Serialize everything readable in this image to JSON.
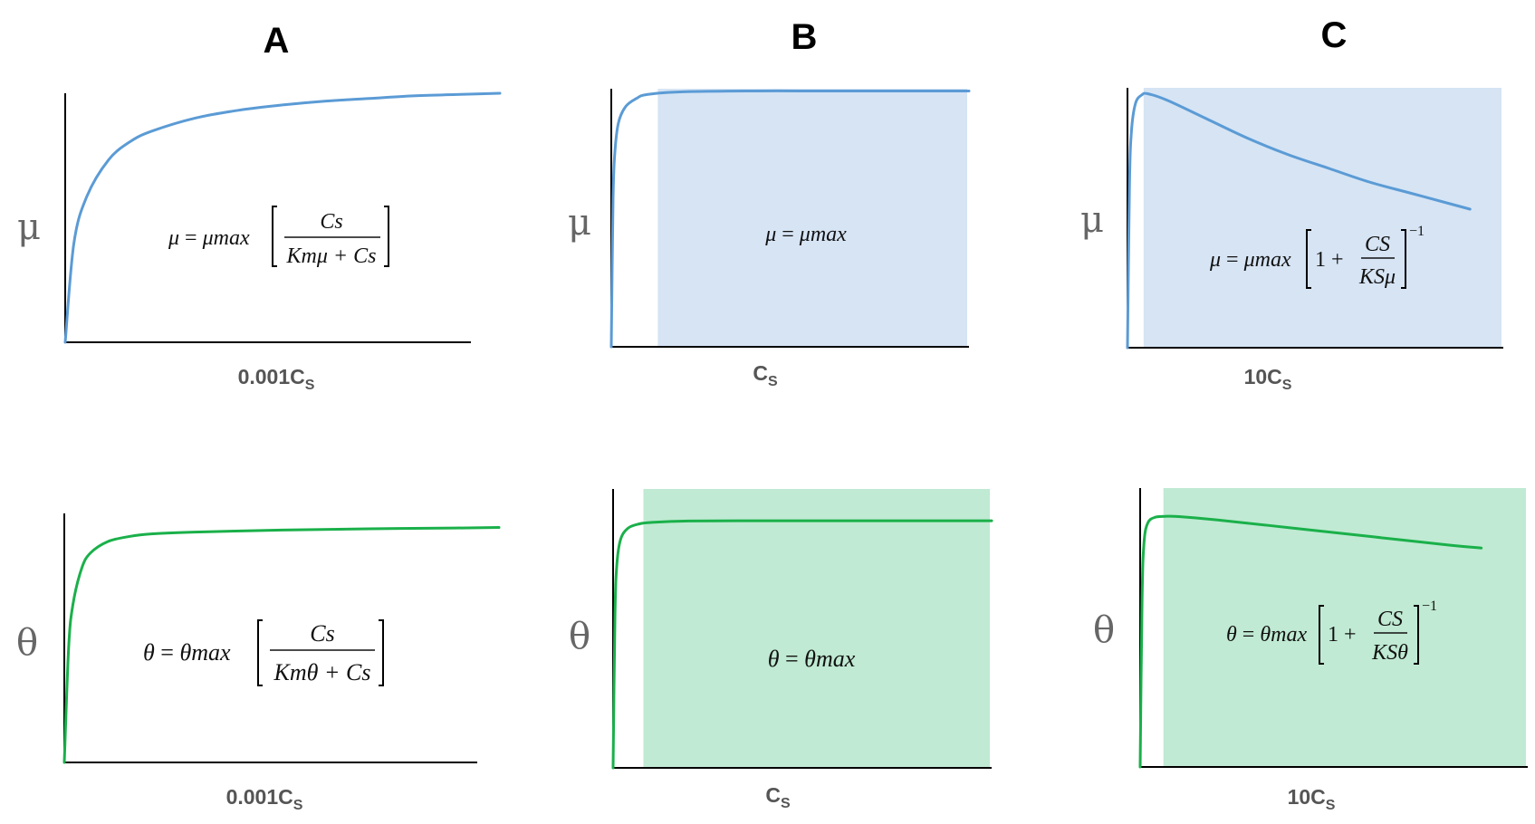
{
  "columns": [
    "A",
    "B",
    "C"
  ],
  "colors": {
    "mu": "#5b9bd5",
    "theta": "#1ab04a",
    "mu_shade": "#d6e4f4",
    "theta_shade": "#c0ead3"
  },
  "chart_data": [
    {
      "id": "A-mu",
      "type": "line",
      "row": "mu",
      "column": "A",
      "ylabel": "μ",
      "xlabel": {
        "main": "0.001C",
        "sub": "S"
      },
      "shaded": false,
      "equation": {
        "lhs": "μ",
        "rhs": "μmax",
        "num": "Cs",
        "den": "Kmμ + Cs"
      },
      "x": [
        0,
        0.02,
        0.05,
        0.1,
        0.15,
        0.2,
        0.3,
        0.4,
        0.5,
        0.6,
        0.7,
        0.8,
        0.9,
        1.0
      ],
      "y": [
        0,
        0.38,
        0.56,
        0.7,
        0.77,
        0.81,
        0.86,
        0.89,
        0.91,
        0.925,
        0.935,
        0.945,
        0.95,
        0.955
      ]
    },
    {
      "id": "B-mu",
      "type": "line",
      "row": "mu",
      "column": "B",
      "ylabel": "μ",
      "xlabel": {
        "main": "C",
        "sub": "S"
      },
      "shaded": true,
      "shade_from": 0.13,
      "equation": {
        "lhs": "μ",
        "rhs": "μmax"
      },
      "x": [
        0,
        0.005,
        0.01,
        0.02,
        0.04,
        0.07,
        0.1,
        0.2,
        0.4,
        0.6,
        0.8,
        1.0
      ],
      "y": [
        0,
        0.55,
        0.72,
        0.83,
        0.89,
        0.92,
        0.935,
        0.945,
        0.948,
        0.948,
        0.948,
        0.948
      ]
    },
    {
      "id": "C-mu",
      "type": "line",
      "row": "mu",
      "column": "C",
      "ylabel": "μ",
      "xlabel": {
        "main": "10C",
        "sub": "S"
      },
      "shaded": true,
      "shade_from": 0.04,
      "equation": {
        "lhs": "μ",
        "rhs": "μmax",
        "one": "1",
        "num": "CS",
        "den": "KSμ",
        "exp": "−1"
      },
      "x": [
        0,
        0.005,
        0.01,
        0.02,
        0.035,
        0.05,
        0.1,
        0.2,
        0.3,
        0.4,
        0.5,
        0.6,
        0.7,
        0.8,
        0.85
      ],
      "y": [
        0,
        0.6,
        0.8,
        0.9,
        0.93,
        0.935,
        0.91,
        0.84,
        0.77,
        0.71,
        0.66,
        0.61,
        0.57,
        0.53,
        0.51
      ]
    },
    {
      "id": "A-theta",
      "type": "line",
      "row": "theta",
      "column": "A",
      "ylabel": "θ",
      "xlabel": {
        "main": "0.001C",
        "sub": "S"
      },
      "shaded": false,
      "equation": {
        "lhs": "θ",
        "rhs": "θmax",
        "num": "Cs",
        "den": "Kmθ + Cs"
      },
      "x": [
        0,
        0.01,
        0.02,
        0.04,
        0.06,
        0.1,
        0.15,
        0.2,
        0.3,
        0.5,
        0.7,
        0.9,
        1.0
      ],
      "y": [
        0,
        0.45,
        0.62,
        0.76,
        0.82,
        0.865,
        0.885,
        0.895,
        0.902,
        0.91,
        0.915,
        0.918,
        0.92
      ]
    },
    {
      "id": "B-theta",
      "type": "line",
      "row": "theta",
      "column": "B",
      "ylabel": "θ",
      "xlabel": {
        "main": "C",
        "sub": "S"
      },
      "shaded": true,
      "shade_from": 0.08,
      "equation": {
        "lhs": "θ",
        "rhs": "θmax"
      },
      "x": [
        0,
        0.005,
        0.01,
        0.02,
        0.04,
        0.07,
        0.1,
        0.2,
        0.4,
        0.6,
        0.8,
        1.0
      ],
      "y": [
        0,
        0.55,
        0.73,
        0.82,
        0.86,
        0.875,
        0.88,
        0.885,
        0.886,
        0.886,
        0.886,
        0.886
      ]
    },
    {
      "id": "C-theta",
      "type": "line",
      "row": "theta",
      "column": "C",
      "ylabel": "θ",
      "xlabel": {
        "main": "10C",
        "sub": "S"
      },
      "shaded": true,
      "shade_from": 0.06,
      "equation": {
        "lhs": "θ",
        "rhs": "θmax",
        "one": "1",
        "num": "CS",
        "den": "KSθ",
        "exp": "−1"
      },
      "x": [
        0,
        0.005,
        0.01,
        0.02,
        0.04,
        0.07,
        0.1,
        0.2,
        0.4,
        0.6,
        0.8,
        0.88
      ],
      "y": [
        0,
        0.6,
        0.8,
        0.87,
        0.89,
        0.893,
        0.892,
        0.88,
        0.85,
        0.82,
        0.79,
        0.78
      ]
    }
  ]
}
